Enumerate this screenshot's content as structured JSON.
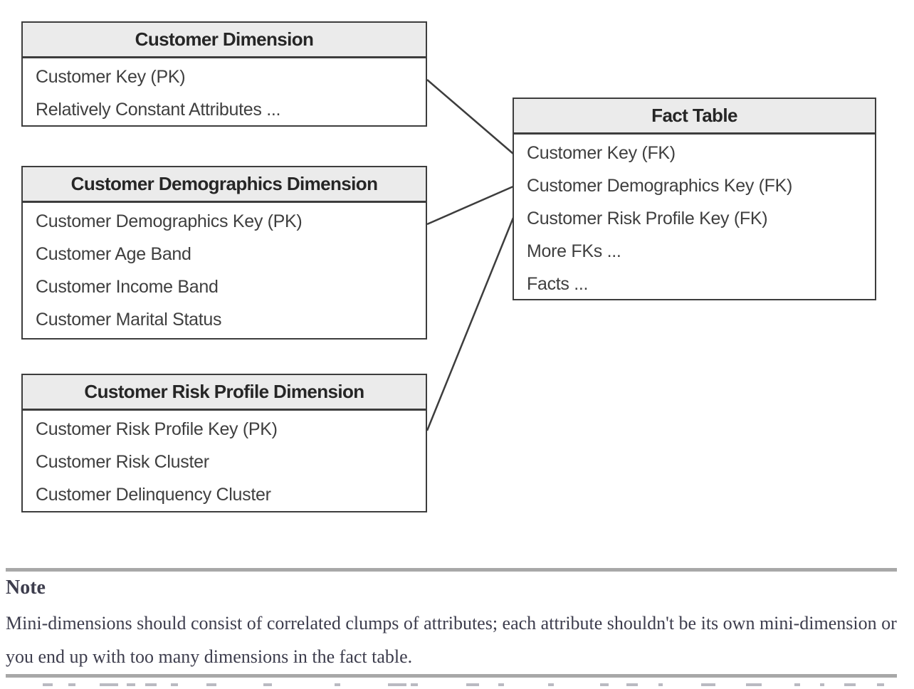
{
  "colors": {
    "page-bg": "#ffffff",
    "border": "#3d3d3d",
    "header-fill": "#ebebeb",
    "header-text": "#262626",
    "row-text": "#3f3f3f",
    "note-text": "#3d3d4d",
    "rule": "#a8a8a8",
    "fragment": "#9c9ca6"
  },
  "diagram": {
    "tables": [
      {
        "title": "Customer Dimension",
        "rows": [
          "Customer Key (PK)",
          "Relatively Constant Attributes ..."
        ]
      },
      {
        "title": "Customer Demographics Dimension",
        "rows": [
          "Customer Demographics Key (PK)",
          "Customer Age Band",
          "Customer Income Band",
          "Customer Marital Status"
        ]
      },
      {
        "title": "Customer Risk Profile Dimension",
        "rows": [
          "Customer Risk Profile Key (PK)",
          "Customer Risk Cluster",
          "Customer Delinquency Cluster"
        ]
      },
      {
        "title": "Fact Table",
        "rows": [
          "Customer Key (FK)",
          "Customer Demographics Key (FK)",
          "Customer Risk Profile Key (FK)",
          "More FKs ...",
          "Facts ..."
        ]
      }
    ]
  },
  "note": {
    "heading": "Note",
    "body": "Mini-dimensions should consist of correlated clumps of attributes; each attribute shouldn't be its own mini-dimension or you end up with too many dimensions in the fact table."
  }
}
